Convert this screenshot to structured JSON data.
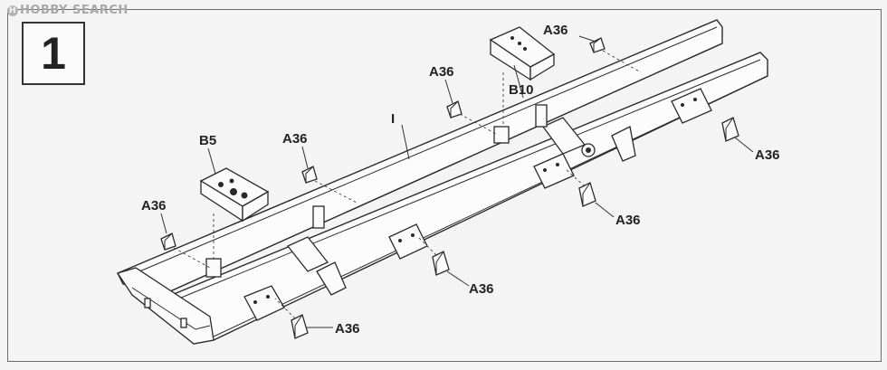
{
  "watermark": {
    "logo_icon": "hobby-logo-icon",
    "text": "HOBBY SEARCH"
  },
  "step": {
    "number": "1"
  },
  "labels": {
    "frame": "I",
    "bracket_left": "B5",
    "bracket_right": "B10",
    "clip": "A36"
  }
}
